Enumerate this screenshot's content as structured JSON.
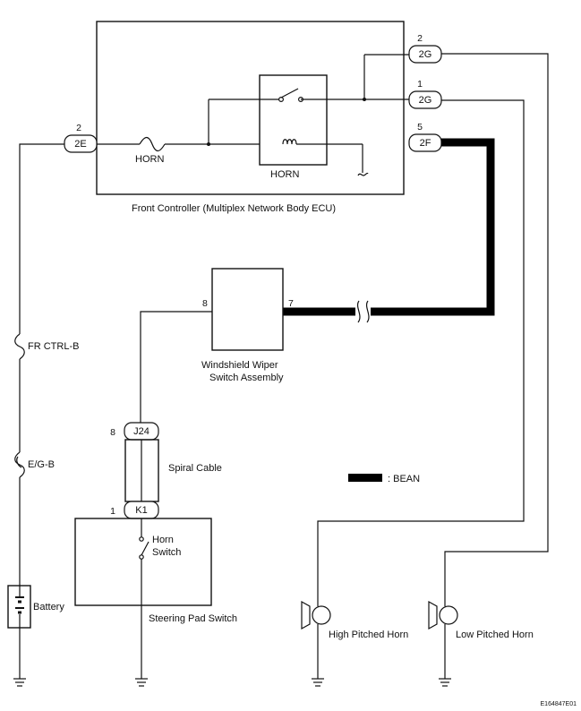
{
  "controller": {
    "name": "Front Controller (Multiplex Network Body ECU)",
    "fuse_label": "HORN",
    "relay_label": "HORN"
  },
  "connectors": {
    "c2e": {
      "name": "2E",
      "pin": "2"
    },
    "c2g_top": {
      "name": "2G",
      "pin": "2"
    },
    "c2g_mid": {
      "name": "2G",
      "pin": "1"
    },
    "c2f": {
      "name": "2F",
      "pin": "5"
    },
    "j24": {
      "name": "J24",
      "pin": "8"
    },
    "k1": {
      "name": "K1",
      "pin": "1"
    }
  },
  "wiper": {
    "name_line1": "Windshield Wiper",
    "name_line2": "Switch Assembly",
    "pin_left": "8",
    "pin_right": "7"
  },
  "fuses": {
    "fr_ctrl": "FR CTRL-B",
    "eg": "E/G-B"
  },
  "spiral_cable": "Spiral Cable",
  "horn_switch": {
    "line1": "Horn",
    "line2": "Switch"
  },
  "steering_pad": "Steering Pad Switch",
  "battery": "Battery",
  "legend": {
    "label": ": BEAN"
  },
  "horns": {
    "high": "High Pitched Horn",
    "low": "Low Pitched Horn"
  },
  "figure_id": "E164847E01"
}
